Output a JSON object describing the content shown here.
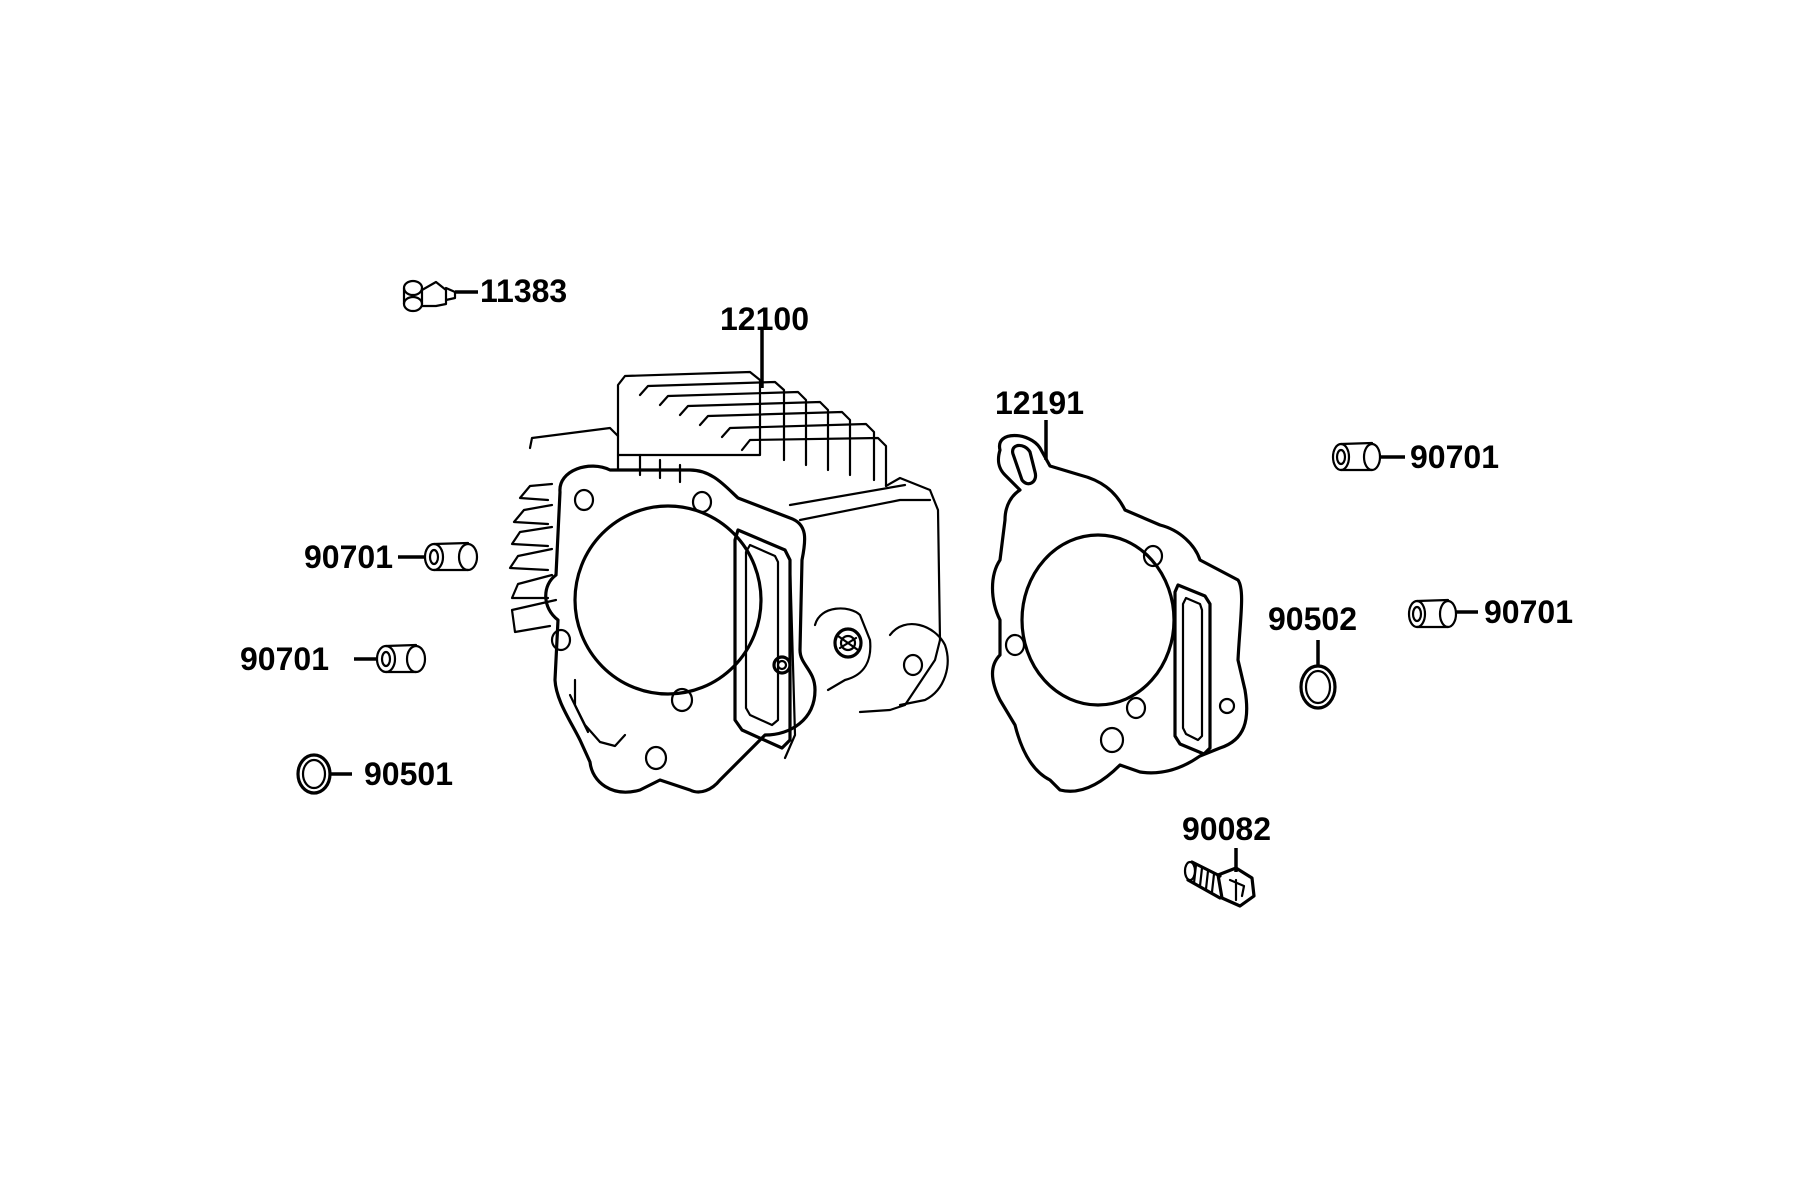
{
  "labels": {
    "p11383": "11383",
    "p12100": "12100",
    "p12191": "12191",
    "p90701_a": "90701",
    "p90701_b": "90701",
    "p90701_c": "90701",
    "p90701_d": "90701",
    "p90501": "90501",
    "p90502": "90502",
    "p90082": "90082"
  }
}
